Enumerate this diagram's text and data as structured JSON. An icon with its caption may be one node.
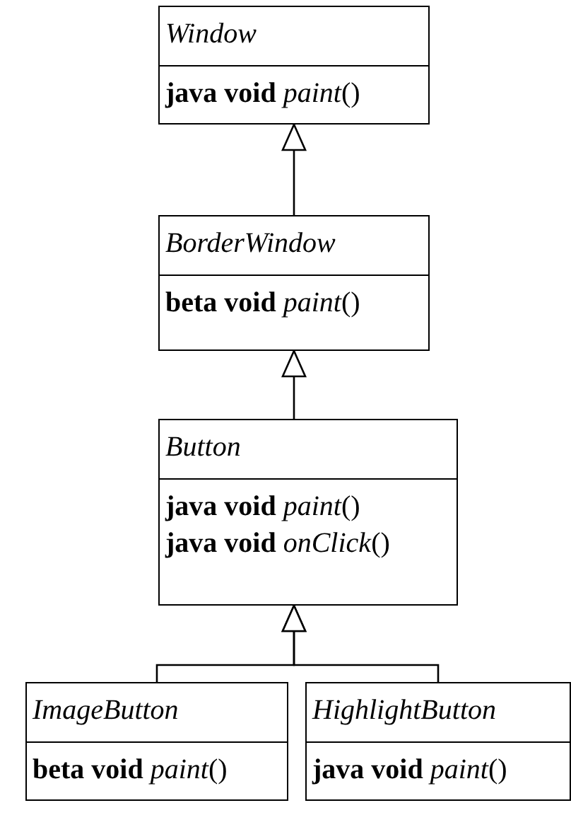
{
  "diagram": {
    "nodes": [
      {
        "text": [
          "Window",
          "**java void** *paint*()"
        ]
      },
      {
        "text": [
          "BorderWindow",
          "**beta void** *paint*()"
        ]
      },
      {
        "text": [
          "Button",
          "**java void** *paint*()",
          "**java void** *onClick*()"
        ]
      },
      {
        "text": [
          "ImageButton",
          "**beta void** *paint*()"
        ]
      },
      {
        "text": [
          "HighlightButton",
          "**java void** *paint*()"
        ]
      }
    ],
    "edges": [
      {
        "from": 1,
        "to": 0,
        "arrow": "to"
      },
      {
        "from": 2,
        "to": 1,
        "arrow": "to"
      },
      {
        "from": 3,
        "to": 2,
        "arrow": "to"
      },
      {
        "from": 4,
        "to": 2,
        "arrow": "to"
      }
    ]
  }
}
